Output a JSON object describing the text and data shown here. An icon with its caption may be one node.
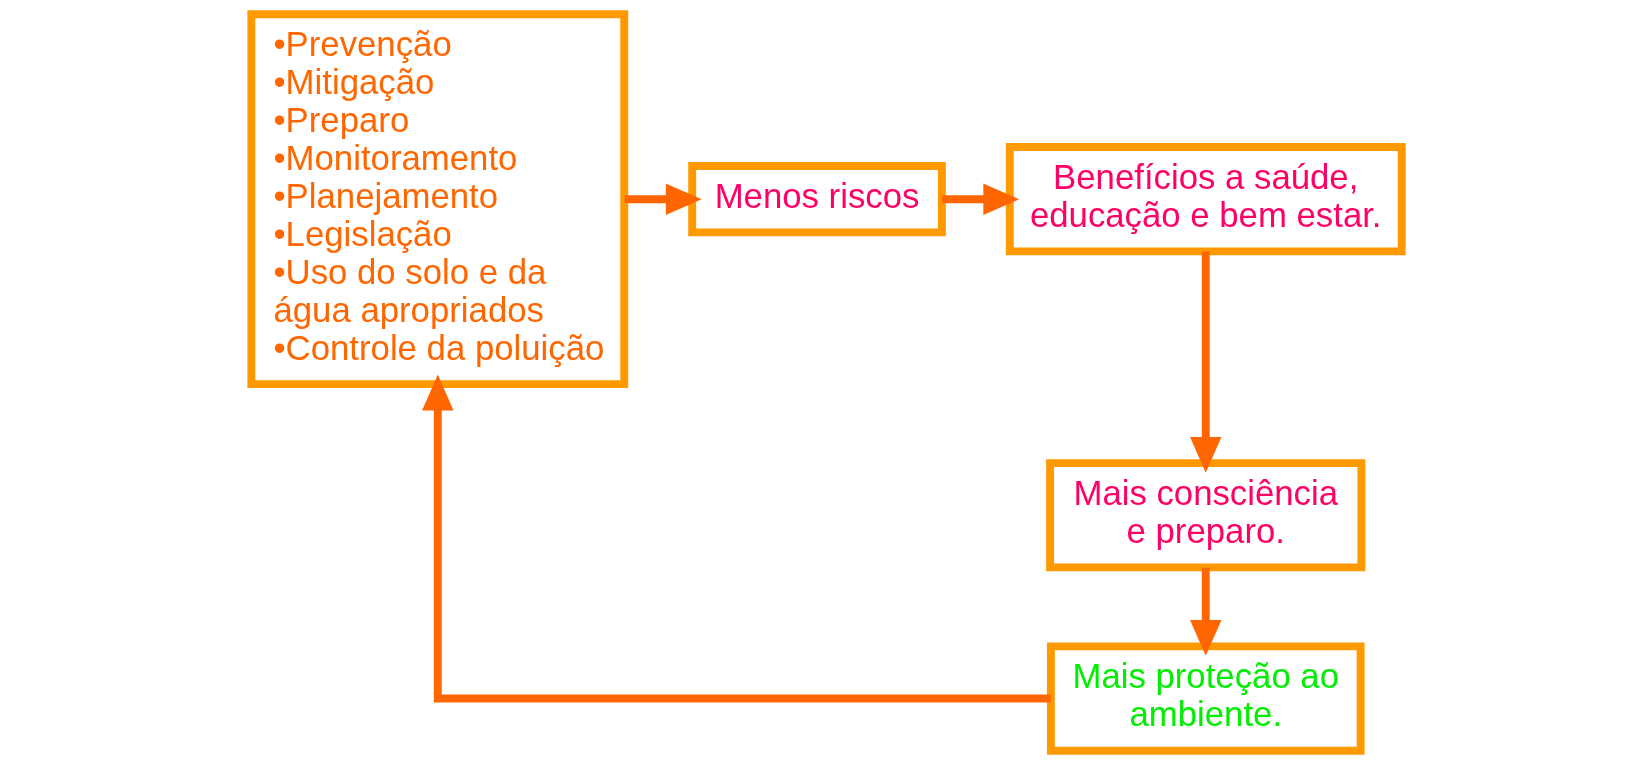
{
  "diagram": {
    "nodes": [
      {
        "text": [
          "•Prevenção",
          "•Mitigação",
          "•Preparo",
          "•Monitoramento",
          "•Planejamento",
          "•Legislação",
          "•Uso do solo e da água apropriados",
          "•Controle da poluição"
        ]
      },
      {
        "text": [
          "Menos riscos"
        ]
      },
      {
        "text": [
          "Benefícios a saúde, educação e bem estar."
        ]
      },
      {
        "text": [
          "Mais consciência e preparo."
        ]
      },
      {
        "text": [
          "Mais proteção ao ambiente."
        ]
      }
    ],
    "edges": [
      {
        "from": 0,
        "to": 1,
        "arrow": "to"
      },
      {
        "from": 1,
        "to": 2,
        "arrow": "to"
      },
      {
        "from": 2,
        "to": 3,
        "arrow": "to"
      },
      {
        "from": 3,
        "to": 4,
        "arrow": "to"
      },
      {
        "from": 4,
        "to": 0,
        "arrow": "to"
      }
    ]
  }
}
